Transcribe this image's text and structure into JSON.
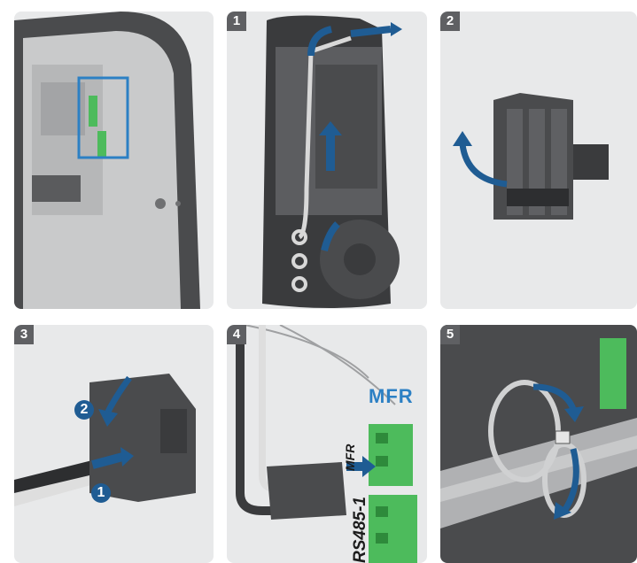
{
  "steps": [
    {
      "number": ""
    },
    {
      "number": "1"
    },
    {
      "number": "2"
    },
    {
      "number": "3"
    },
    {
      "number": "4"
    },
    {
      "number": "5"
    }
  ],
  "step3": {
    "callout_1": "1",
    "callout_2": "2"
  },
  "step4": {
    "terminal_label": "MFR",
    "side_label_rs485": "RS485-1",
    "side_label_mfr": "MFR"
  },
  "colors": {
    "panel_bg": "#e8e9ea",
    "badge_bg": "#5f6063",
    "arrow_blue": "#1f5c93",
    "terminal_green": "#4dbb5c",
    "housing_dark": "#3a3b3d",
    "label_blue": "#2c80c4"
  },
  "icons": [
    "arrow-icon",
    "connector-icon",
    "cable-tie-icon",
    "cable-icon"
  ]
}
